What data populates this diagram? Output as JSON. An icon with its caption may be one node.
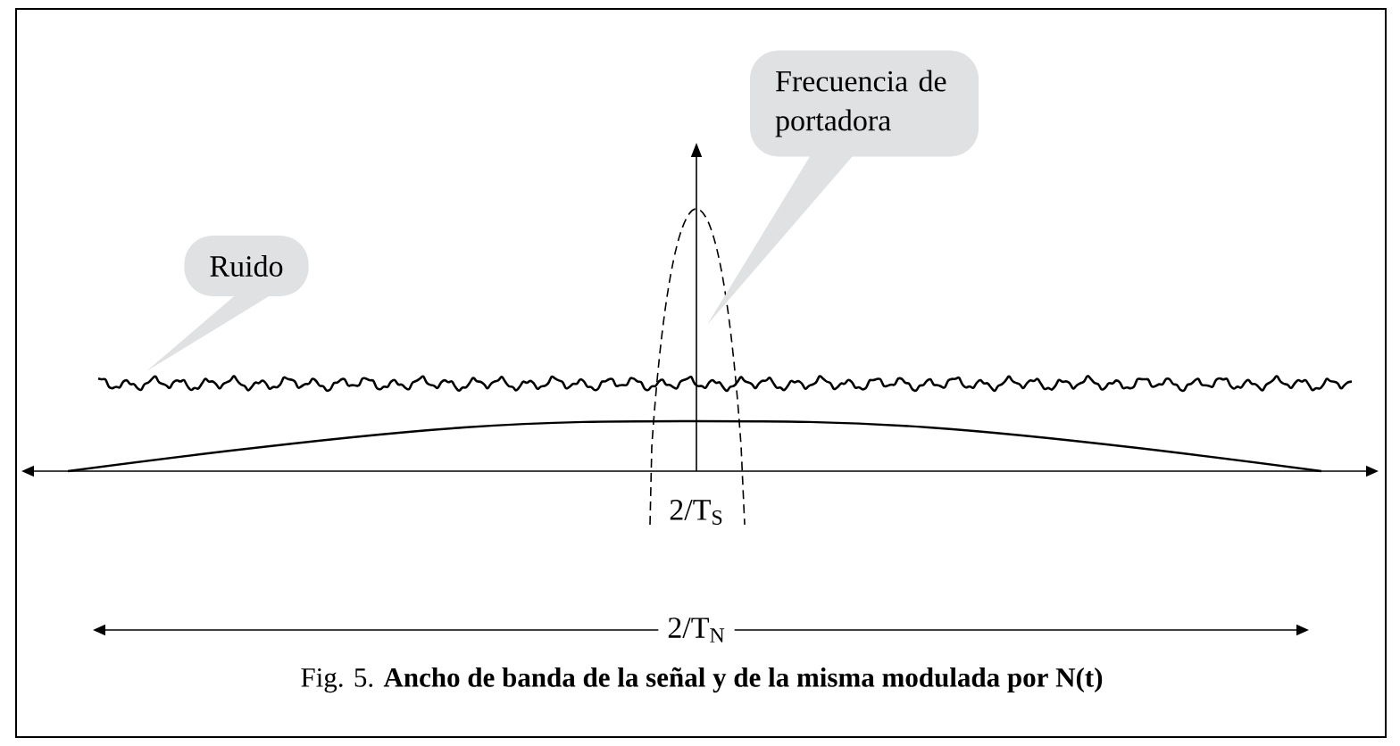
{
  "diagram": {
    "caption": "Fig. 5. **Ancho de banda de la señal y de la misma modulada por N(t)**",
    "nodes": [
      {
        "text": [
          "Ruido"
        ]
      },
      {
        "text": [
          "Frecuencia de portadora"
        ]
      }
    ],
    "edges": [
      {
        "from": 0,
        "to": null,
        "arrow": "to"
      },
      {
        "from": 1,
        "to": null,
        "arrow": "to"
      }
    ],
    "labels": [
      "2/T$_{S}$",
      "2/T$_{N}$"
    ]
  }
}
